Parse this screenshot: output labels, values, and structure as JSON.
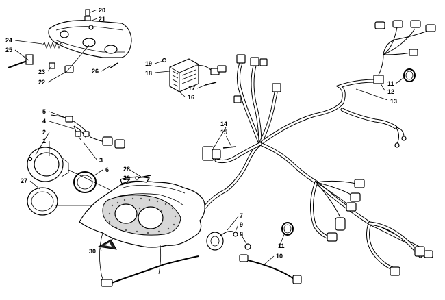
{
  "diagram": {
    "callouts": [
      {
        "id": "c20",
        "label": "20"
      },
      {
        "id": "c21",
        "label": "21"
      },
      {
        "id": "c24",
        "label": "24"
      },
      {
        "id": "c25",
        "label": "25"
      },
      {
        "id": "c23",
        "label": "23"
      },
      {
        "id": "c22",
        "label": "22"
      },
      {
        "id": "c26",
        "label": "26"
      },
      {
        "id": "c19",
        "label": "19"
      },
      {
        "id": "c18",
        "label": "18"
      },
      {
        "id": "c17",
        "label": "17"
      },
      {
        "id": "c16",
        "label": "16"
      },
      {
        "id": "c11a",
        "label": "11"
      },
      {
        "id": "c12",
        "label": "12"
      },
      {
        "id": "c13",
        "label": "13"
      },
      {
        "id": "c5",
        "label": "5"
      },
      {
        "id": "c4",
        "label": "4"
      },
      {
        "id": "c2",
        "label": "2"
      },
      {
        "id": "c1",
        "label": "1"
      },
      {
        "id": "c3",
        "label": "3"
      },
      {
        "id": "c6",
        "label": "6"
      },
      {
        "id": "c27",
        "label": "27"
      },
      {
        "id": "c14",
        "label": "14"
      },
      {
        "id": "c15",
        "label": "15"
      },
      {
        "id": "c28",
        "label": "28"
      },
      {
        "id": "c29",
        "label": "29"
      },
      {
        "id": "c30",
        "label": "30"
      },
      {
        "id": "c7",
        "label": "7"
      },
      {
        "id": "c9",
        "label": "9"
      },
      {
        "id": "c8",
        "label": "8"
      },
      {
        "id": "c11b",
        "label": "11"
      },
      {
        "id": "c10",
        "label": "10"
      }
    ]
  }
}
